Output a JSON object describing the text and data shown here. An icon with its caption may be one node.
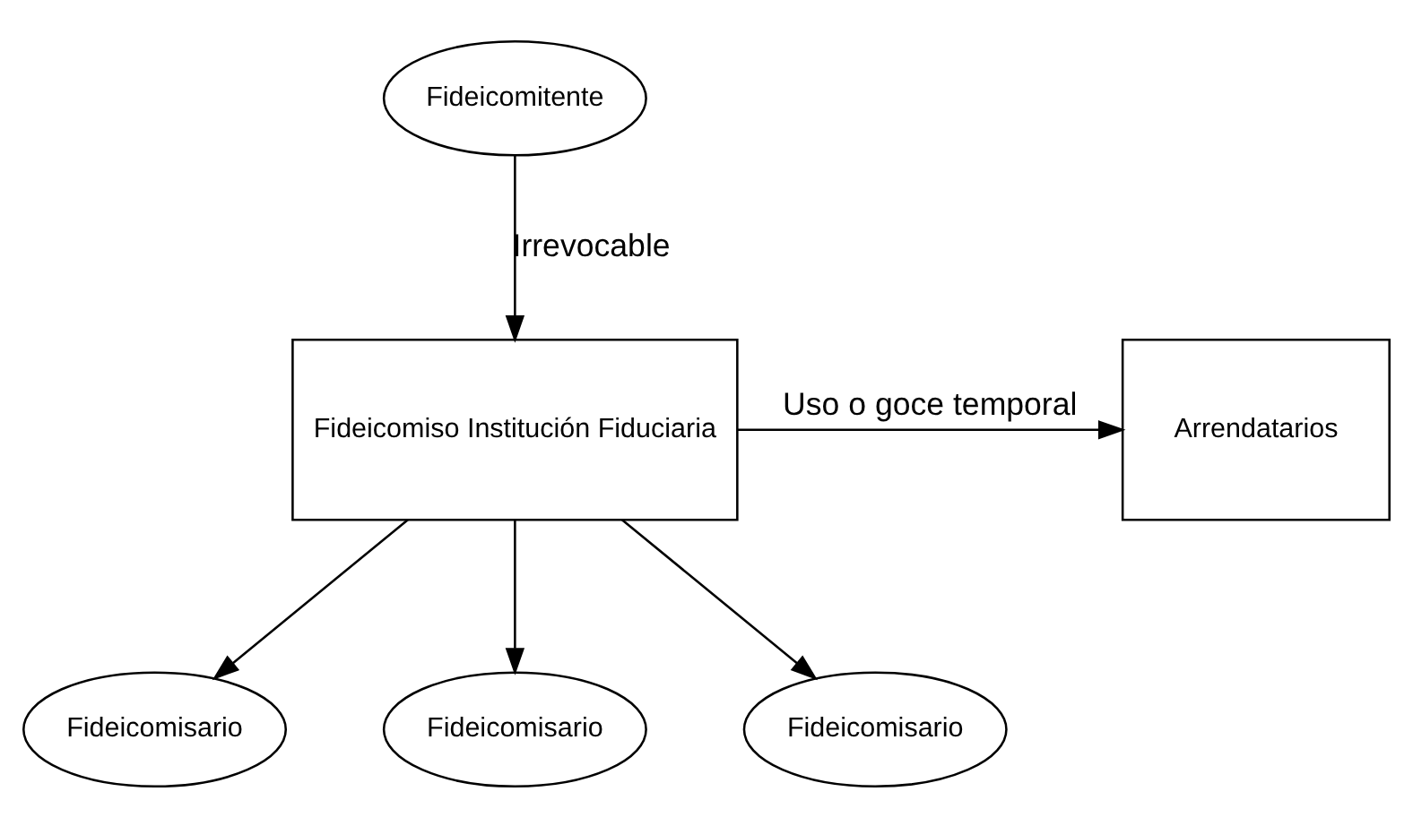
{
  "diagram": {
    "nodes": [
      {
        "text": [
          "Fideicomitente"
        ]
      },
      {
        "text": [
          "Fideicomiso Institución Fiduciaria"
        ]
      },
      {
        "text": [
          "Arrendatarios"
        ]
      },
      {
        "text": [
          "Fideicomisario"
        ]
      },
      {
        "text": [
          "Fideicomisario"
        ]
      },
      {
        "text": [
          "Fideicomisario"
        ]
      }
    ],
    "edges": [
      {
        "from": 0,
        "to": 1,
        "arrow": "to",
        "label": "Irrevocable"
      },
      {
        "from": 1,
        "to": 2,
        "arrow": "to",
        "label": "Uso o goce temporal"
      },
      {
        "from": 1,
        "to": 3,
        "arrow": "to"
      },
      {
        "from": 1,
        "to": 4,
        "arrow": "to"
      },
      {
        "from": 1,
        "to": 5,
        "arrow": "to"
      }
    ]
  }
}
